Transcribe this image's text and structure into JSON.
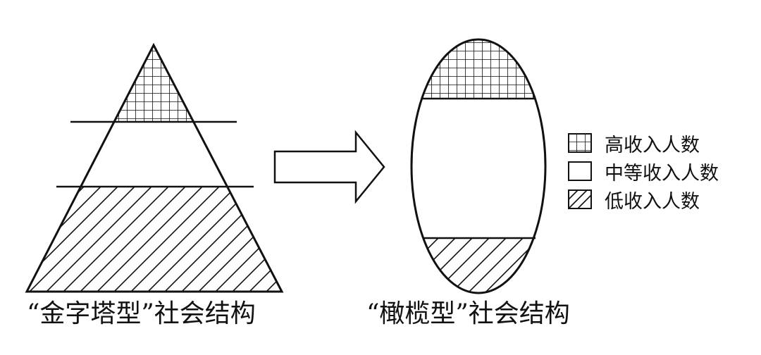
{
  "captions": {
    "pyramid": "“金字塔型”社会结构",
    "olive": "“橄榄型”社会结构"
  },
  "legend": {
    "high": "高收入人数",
    "middle": "中等收入人数",
    "low": "低收入人数"
  },
  "colors": {
    "stroke": "#111111",
    "background": "#ffffff"
  }
}
